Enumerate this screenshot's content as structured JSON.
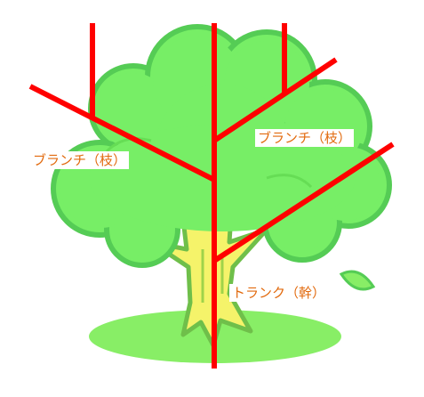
{
  "labels": {
    "branch_left": "ブランチ（枝）",
    "branch_right": "ブランチ（枝）",
    "trunk": "トランク（幹）"
  },
  "colors": {
    "line": "#ff0000",
    "label_text": "#e26a0e",
    "foliage": "#77ee66",
    "foliage_edge": "#55cc55",
    "ground": "#88ee66",
    "trunk": "#f5f36a",
    "trunk_edge": "#6fbf4a",
    "leaf": "#88ee66"
  }
}
